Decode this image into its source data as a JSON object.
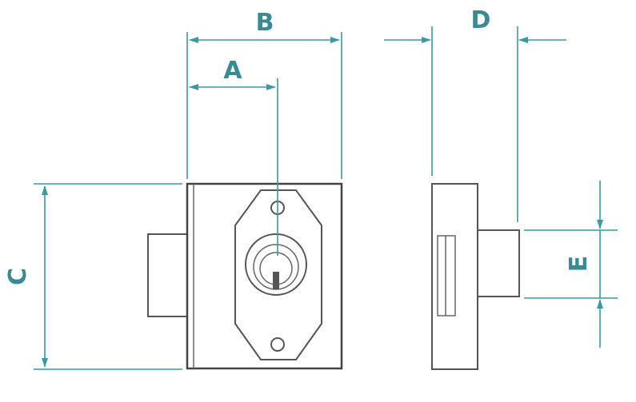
{
  "dimension_labels": {
    "a": "A",
    "b": "B",
    "c": "C",
    "d": "D",
    "e": "E"
  },
  "colors": {
    "dimension": "#3a9aa2",
    "outline": "#555555"
  }
}
